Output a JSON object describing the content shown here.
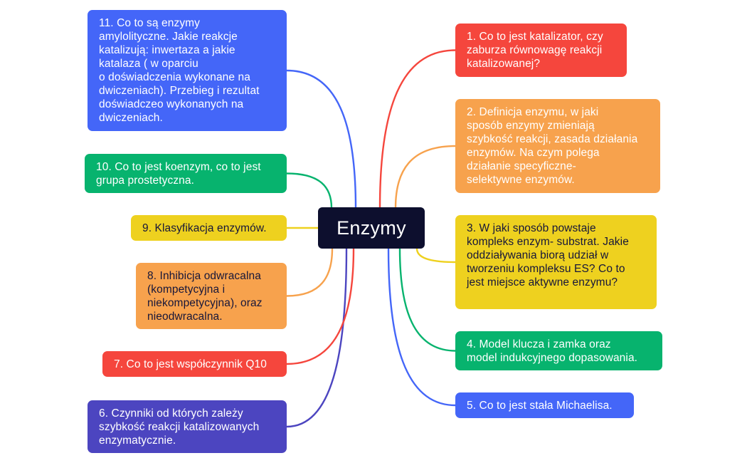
{
  "map": {
    "central_topic": "Enzymy",
    "colors": {
      "red": "#f5463d",
      "orange": "#f7a24d",
      "yellow": "#eed11f",
      "green": "#07b36e",
      "blue": "#4466f8",
      "indigo": "#4c45c0",
      "center": "#0d0f2e"
    },
    "topics": [
      {
        "id": "t1",
        "text": "1. Co to jest katalizator, czy\nzaburza równowagę reakcji\nkatalizowanej?",
        "color": "red"
      },
      {
        "id": "t2",
        "text": "2. Definicja enzymu, w jaki\nsposób enzymy zmieniają\nszybkość reakcji, zasada działania\nenzymów. Na czym polega\ndziałanie specyficzne-\nselektywne enzymów.",
        "color": "orange"
      },
      {
        "id": "t3",
        "text": "3. W jaki sposób powstaje\nkompleks enzym- substrat. Jakie\noddziaływania biorą udział w\ntworzeniu kompleksu ES? Co to\njest miejsce aktywne enzymu?",
        "color": "yellow"
      },
      {
        "id": "t4",
        "text": "4. Model klucza i zamka oraz\nmodel indukcyjnego dopasowania.",
        "color": "green"
      },
      {
        "id": "t5",
        "text": "5. Co to jest stała Michaelisa.",
        "color": "blue"
      },
      {
        "id": "t6",
        "text": "6. Czynniki od których zależy\nszybkość reakcji katalizowanych\nenzymatycznie.",
        "color": "indigo"
      },
      {
        "id": "t7",
        "text": "7. Co to jest współczynnik Q10",
        "color": "red"
      },
      {
        "id": "t8",
        "text": "8. Inhibicja odwracalna\n(kompetycyjna i\nniekompetycyjna), oraz\nnieodwracalna.",
        "color": "orange"
      },
      {
        "id": "t9",
        "text": "9. Klasyfikacja enzymów.",
        "color": "yellow"
      },
      {
        "id": "t10",
        "text": "10. Co to jest koenzym, co to jest\ngrupa prostetyczna.",
        "color": "green"
      },
      {
        "id": "t11",
        "text": "11. Co to są enzymy\namylolityczne. Jakie reakcje\nkatalizują: inwertaza a jakie\nkatalaza ( w oparciu\no doświadczenia wykonane na\ndwiczeniach). Przebieg i rezultat\ndoświadczeo wykonanych na\ndwiczeniach.",
        "color": "blue"
      }
    ]
  }
}
